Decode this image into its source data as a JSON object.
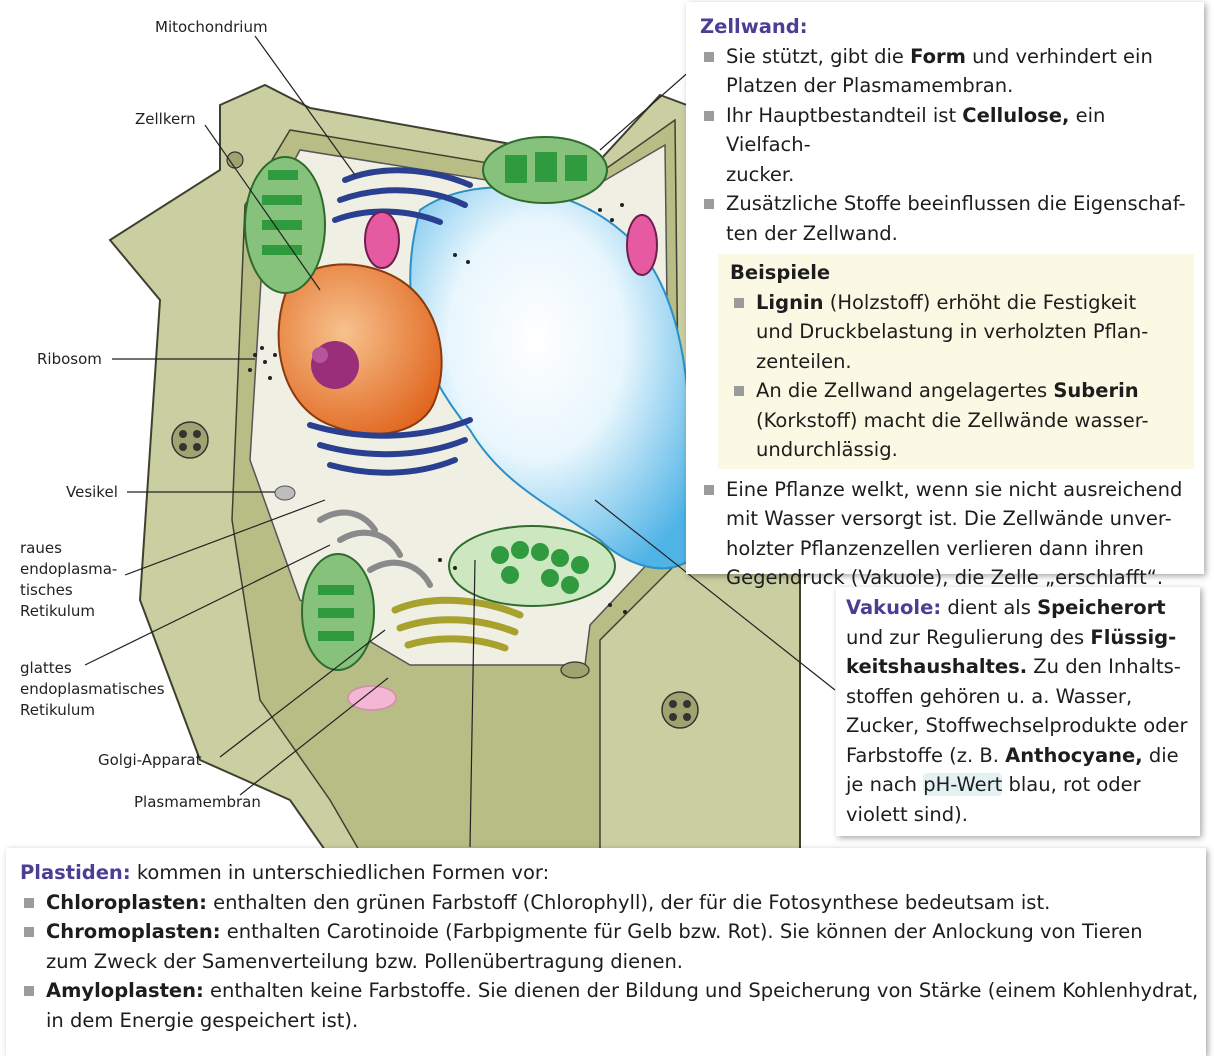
{
  "labels": {
    "mitochondrium": "Mitochondrium",
    "zellkern": "Zellkern",
    "ribosom": "Ribosom",
    "vesikel": "Vesikel",
    "raues_er": [
      "raues",
      "endoplasma-",
      "tisches",
      "Retikulum"
    ],
    "glattes_er": [
      "glattes",
      "endoplasmatisches",
      "Retikulum"
    ],
    "golgi": "Golgi-Apparat",
    "plasmamembran": "Plasmamembran"
  },
  "zellwand": {
    "title": "Zellwand:",
    "items": [
      {
        "pre": "Sie stützt, gibt die ",
        "bold": "Form",
        "post": " und verhindert ein",
        "line2": "Platzen der Plasmamembran."
      },
      {
        "pre": "Ihr Hauptbestandteil ist ",
        "bold": "Cellulose,",
        "post": " ein Vielfach-",
        "line2": "zucker."
      },
      {
        "pre": "Zusätzliche Stoffe beeinflussen die Eigenschaf-",
        "bold": "",
        "post": "",
        "line2": "ten der Zellwand."
      }
    ],
    "beispiele_title": "Beispiele",
    "beispiele": [
      {
        "bold": "Lignin",
        "l1": " (Holzstoff) erhöht die Festigkeit",
        "l2": "und Druckbelastung in verholzten Pflan-",
        "l3": "zenteilen."
      },
      {
        "pre": "An die Zellwand angelagertes ",
        "bold": "Suberin",
        "l2": "(Korkstoff) macht die Zellwände wasser-",
        "l3": "undurchlässig."
      }
    ],
    "last": [
      "Eine Pflanze welkt, wenn sie nicht ausreichend",
      "mit Wasser versorgt ist. Die Zellwände unver-",
      "holzter Pflanzenzellen verlieren dann ihren",
      "Gegendruck (Vakuole), die Zelle „erschlafft“."
    ]
  },
  "vakuole": {
    "title": "Vakuole:",
    "l1": " dient als ",
    "l1b": "Speicherort",
    "l2": "und zur Regulierung des ",
    "l2b": "Flüssig-",
    "l3b": "keitshaushaltes.",
    "l3": " Zu den Inhalts-",
    "l4": "stoffen gehören u. a. Wasser,",
    "l5": "Zucker, Stoffwechselprodukte oder",
    "l6": "Farbstoffe (z. B. ",
    "l6b": "Anthocyane,",
    "l6c": " die",
    "l7a": "je nach ",
    "l7hl": "pH-Wert",
    "l7b": " blau, rot oder",
    "l8": "violett sind)."
  },
  "plastiden": {
    "title": "Plastiden:",
    "intro": " kommen in unterschiedlichen Formen vor:",
    "items": [
      {
        "bold": "Chloroplasten:",
        "text": " enthalten den grünen Farbstoff (Chlorophyll), der für die Fotosynthese bedeutsam ist.",
        "line2": ""
      },
      {
        "bold": "Chromoplasten:",
        "text": " enthalten Carotinoide (Farbpigmente für Gelb bzw. Rot). Sie können der Anlockung von Tieren",
        "line2": "zum Zweck der Samenverteilung bzw. Pollenübertragung dienen."
      },
      {
        "bold": "Amyloplasten:",
        "text": " enthalten keine Farbstoffe. Sie dienen der Bildung und Speicherung von Stärke (einem Kohlenhydrat,",
        "line2": "in dem Energie gespeichert ist)."
      }
    ]
  },
  "colors": {
    "heading": "#4b3f95",
    "cell_wall": "#c9cfa0",
    "vacuole": "#7fc8ea",
    "nucleus": "#ef8a3a",
    "chloroplast": "#2f9a3e",
    "er": "#2a3f8f"
  }
}
